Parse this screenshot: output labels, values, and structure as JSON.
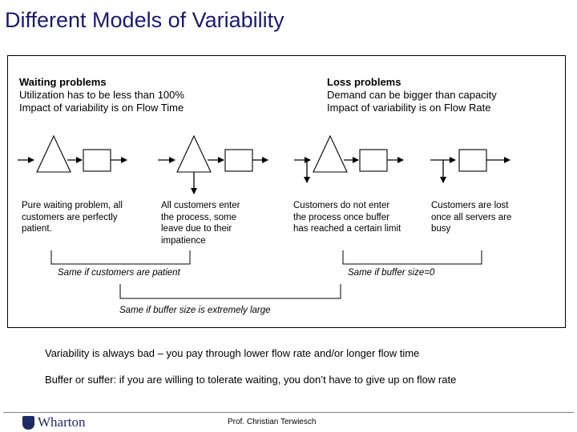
{
  "title": "Different Models of Variability",
  "left_header": {
    "heading": "Waiting problems",
    "line1": "Utilization has to be less than 100%",
    "line2": "Impact of variability is on Flow Time"
  },
  "right_header": {
    "heading": "Loss problems",
    "line1": "Demand can be bigger than capacity",
    "line2": "Impact of variability is on Flow Rate"
  },
  "descriptions": {
    "d1": "Pure waiting problem, all customers are perfectly patient.",
    "d2": "All customers enter the process, some leave due to their impatience",
    "d3": "Customers do not enter the process once buffer has reached a certain limit",
    "d4": "Customers are lost once all servers are busy"
  },
  "notes": {
    "left": "Same if customers are patient",
    "right": "Same if buffer size=0",
    "bottom": "Same if buffer size is extremely large"
  },
  "statements": {
    "s1": "Variability is always bad – you pay through lower flow rate and/or longer flow time",
    "s2": "Buffer or suffer: if you are willing to tolerate waiting, you don’t have to give up on flow rate"
  },
  "footer": {
    "logo_text": "Wharton",
    "presenter": "Prof. Christian Terwiesch"
  }
}
